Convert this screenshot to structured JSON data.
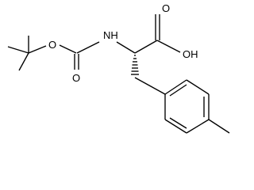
{
  "figure": {
    "type": "skeletal-structure",
    "atom_labels": {
      "carbamate_ester_oxygen": "O",
      "carbamate_carbonyl_oxygen": "O",
      "amide_nh": "NH",
      "acid_carbonyl_oxygen": "O",
      "acid_hydroxyl": "OH"
    },
    "colors": {
      "ink": "#000000",
      "background": "#ffffff"
    }
  }
}
